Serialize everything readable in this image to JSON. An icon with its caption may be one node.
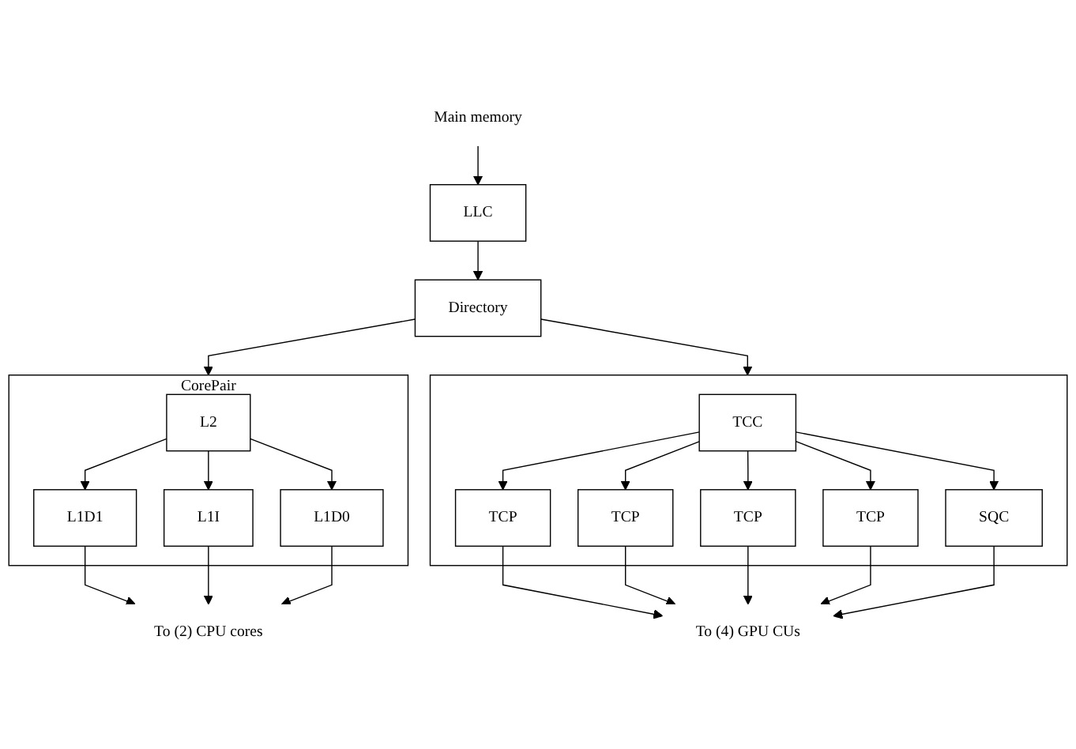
{
  "diagram": {
    "nodes": [
      {
        "text": [
          "Main memory"
        ]
      },
      {
        "text": [
          "LLC"
        ]
      },
      {
        "text": [
          "Directory"
        ]
      },
      {
        "text": [
          "CorePair"
        ]
      },
      {
        "text": [
          "L2"
        ],
        "in": 3
      },
      {
        "text": [
          "L1D1"
        ],
        "in": 3
      },
      {
        "text": [
          "L1I"
        ],
        "in": 3
      },
      {
        "text": [
          "L1D0"
        ],
        "in": 3
      },
      {
        "text": [],
        "shape": "box"
      },
      {
        "text": [
          "TCC"
        ],
        "in": 8
      },
      {
        "text": [
          "TCP"
        ],
        "in": 8
      },
      {
        "text": [
          "TCP"
        ],
        "in": 8
      },
      {
        "text": [
          "TCP"
        ],
        "in": 8
      },
      {
        "text": [
          "TCP"
        ],
        "in": 8
      },
      {
        "text": [
          "SQC"
        ],
        "in": 8
      },
      {
        "text": [
          "To (2) CPU cores"
        ]
      },
      {
        "text": [
          "To (4) GPU CUs"
        ]
      }
    ],
    "edges": [
      {
        "from": 0,
        "to": 1,
        "arrow": "to"
      },
      {
        "from": 1,
        "to": 2,
        "arrow": "to"
      },
      {
        "from": 2,
        "to": 3,
        "arrow": "to"
      },
      {
        "from": 2,
        "to": 8,
        "arrow": "to"
      },
      {
        "from": 4,
        "to": 5,
        "arrow": "to"
      },
      {
        "from": 4,
        "to": 6,
        "arrow": "to"
      },
      {
        "from": 4,
        "to": 7,
        "arrow": "to"
      },
      {
        "from": 9,
        "to": 10,
        "arrow": "to"
      },
      {
        "from": 9,
        "to": 11,
        "arrow": "to"
      },
      {
        "from": 9,
        "to": 12,
        "arrow": "to"
      },
      {
        "from": 9,
        "to": 13,
        "arrow": "to"
      },
      {
        "from": 9,
        "to": 14,
        "arrow": "to"
      },
      {
        "from": 5,
        "to": 15,
        "arrow": "to"
      },
      {
        "from": 6,
        "to": 15,
        "arrow": "to"
      },
      {
        "from": 7,
        "to": 15,
        "arrow": "to"
      },
      {
        "from": 10,
        "to": 16,
        "arrow": "to"
      },
      {
        "from": 11,
        "to": 16,
        "arrow": "to"
      },
      {
        "from": 12,
        "to": 16,
        "arrow": "to"
      },
      {
        "from": 13,
        "to": 16,
        "arrow": "to"
      },
      {
        "from": 14,
        "to": 16,
        "arrow": "to"
      }
    ]
  }
}
